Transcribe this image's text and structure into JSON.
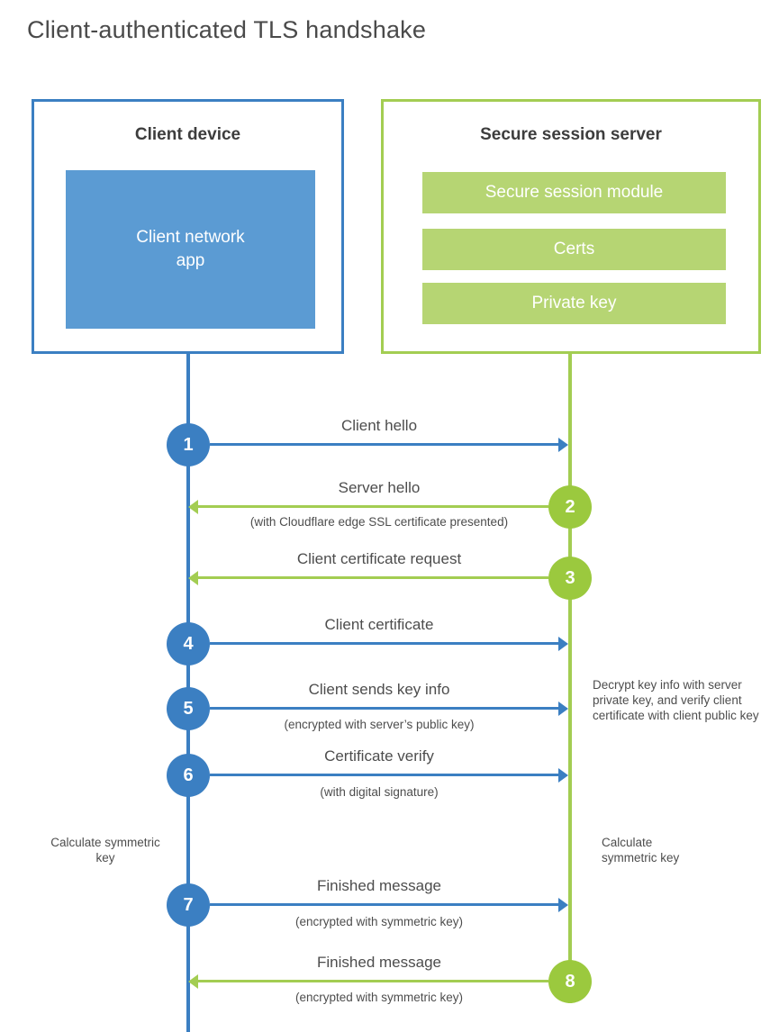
{
  "title": "Client-authenticated TLS handshake",
  "colors": {
    "blue": "#3b7fc2",
    "blue-fill": "#5b9bd3",
    "green": "#a3cd52",
    "green-fill": "#b6d573",
    "green-circle": "#9bc93e"
  },
  "client": {
    "title": "Client device",
    "app_label": "Client network app"
  },
  "server": {
    "title": "Secure session server",
    "modules": [
      "Secure session module",
      "Certs",
      "Private key"
    ]
  },
  "steps": [
    {
      "num": "1",
      "label": "Client hello",
      "sub": ""
    },
    {
      "num": "2",
      "label": "Server hello",
      "sub": "(with Cloudflare edge SSL certificate presented)"
    },
    {
      "num": "3",
      "label": "Client certificate request",
      "sub": ""
    },
    {
      "num": "4",
      "label": "Client certificate",
      "sub": ""
    },
    {
      "num": "5",
      "label": "Client sends key info",
      "sub": "(encrypted with server’s public key)"
    },
    {
      "num": "6",
      "label": "Certificate verify",
      "sub": "(with digital signature)"
    },
    {
      "num": "7",
      "label": "Finished message",
      "sub": "(encrypted with symmetric key)"
    },
    {
      "num": "8",
      "label": "Finished message",
      "sub": "(encrypted with symmetric key)"
    }
  ],
  "notes": {
    "decrypt": "Decrypt key info with server private key, and verify client certificate with client public key",
    "calc_left": "Calculate symmetric key",
    "calc_right": "Calculate symmetric key"
  }
}
